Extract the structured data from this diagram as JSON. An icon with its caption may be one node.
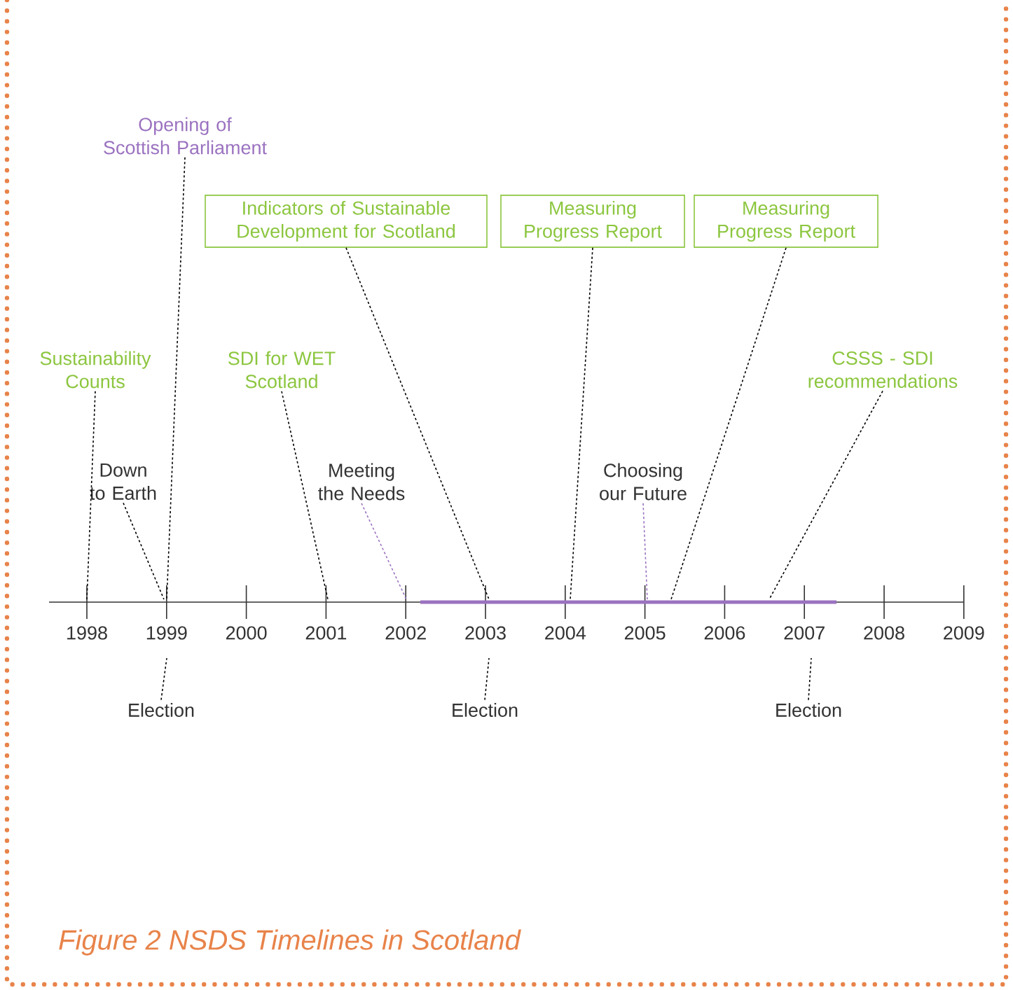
{
  "diagram": {
    "caption": "Figure 2  NSDS Timelines in Scotland",
    "nodes": [
      {
        "text": [
          "Opening of Scottish Parliament"
        ]
      },
      {
        "text": [
          "Indicators of Sustainable Development for Scotland"
        ]
      },
      {
        "text": [
          "Measuring Progress Report"
        ]
      },
      {
        "text": [
          "Measuring Progress Report"
        ]
      },
      {
        "text": [
          "Sustainability Counts"
        ]
      },
      {
        "text": [
          "SDI for WET Scotland"
        ]
      },
      {
        "text": [
          "CSSS - SDI recommendations"
        ]
      },
      {
        "text": [
          "Down to Earth"
        ]
      },
      {
        "text": [
          "Meeting the Needs"
        ]
      },
      {
        "text": [
          "Choosing our Future"
        ]
      },
      {
        "text": [
          "Election"
        ]
      },
      {
        "text": [
          "Election"
        ]
      },
      {
        "text": [
          "Election"
        ]
      }
    ],
    "edges": [
      {
        "from": 0,
        "to": null,
        "arrow": "none"
      },
      {
        "from": 1,
        "to": null,
        "arrow": "none"
      },
      {
        "from": 2,
        "to": null,
        "arrow": "none"
      },
      {
        "from": 3,
        "to": null,
        "arrow": "none"
      },
      {
        "from": 4,
        "to": null,
        "arrow": "none"
      },
      {
        "from": 5,
        "to": null,
        "arrow": "none"
      },
      {
        "from": 6,
        "to": null,
        "arrow": "none"
      },
      {
        "from": 7,
        "to": null,
        "arrow": "none"
      },
      {
        "from": 8,
        "to": null,
        "arrow": "none",
        "color": "#9b72c0"
      },
      {
        "from": 9,
        "to": null,
        "arrow": "none",
        "color": "#9b72c0"
      },
      {
        "from": 10,
        "to": null,
        "arrow": "none"
      },
      {
        "from": 11,
        "to": null,
        "arrow": "none"
      },
      {
        "from": 12,
        "to": null,
        "arrow": "none"
      }
    ],
    "labels": [
      "1998",
      "1999",
      "2000",
      "2001",
      "2002",
      "2003",
      "2004",
      "2005",
      "2006",
      "2007",
      "2008",
      "2009"
    ]
  }
}
